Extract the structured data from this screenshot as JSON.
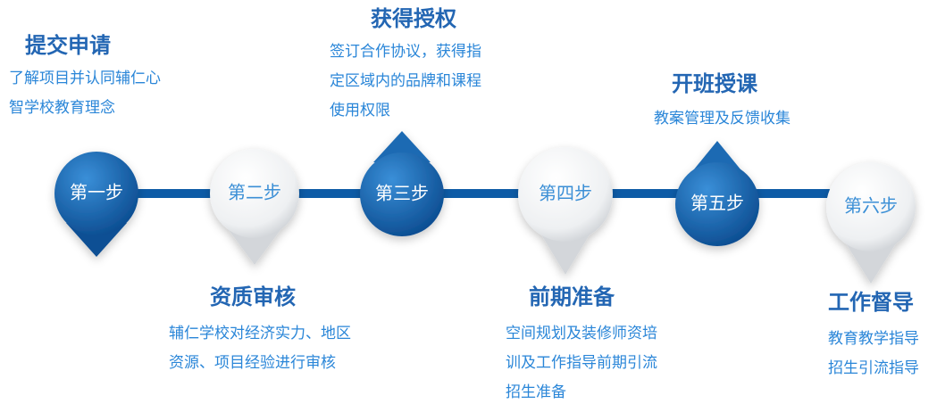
{
  "steps": [
    {
      "label": "第一步",
      "title": "提交申请",
      "lines": [
        "了解项目并认同辅仁心",
        "智学校教育理念"
      ]
    },
    {
      "label": "第二步",
      "title": "资质审核",
      "lines": [
        "辅仁学校对经济实力、地区",
        "资源、项目经验进行审核"
      ]
    },
    {
      "label": "第三步",
      "title": "获得授权",
      "lines": [
        "签订合作协议，获得指",
        "定区域内的品牌和课程",
        "使用权限"
      ]
    },
    {
      "label": "第四步",
      "title": "前期准备",
      "lines": [
        "空间规划及装修师资培",
        "训及工作指导前期引流",
        "招生准备"
      ]
    },
    {
      "label": "第五步",
      "title": "开班授课",
      "lines": [
        "教案管理及反馈收集"
      ]
    },
    {
      "label": "第六步",
      "title": "工作督导",
      "lines": [
        "教育教学指导",
        "招生引流指导"
      ]
    }
  ],
  "colors": {
    "line": "#0d5ba6",
    "dark_pin_top": "#2a7fc9",
    "dark_pin_bottom": "#0c4f94",
    "light_pin_top": "#ffffff",
    "light_pin_bottom": "#c9ccd1",
    "title": "#2366b3",
    "text": "#2a86d8"
  }
}
